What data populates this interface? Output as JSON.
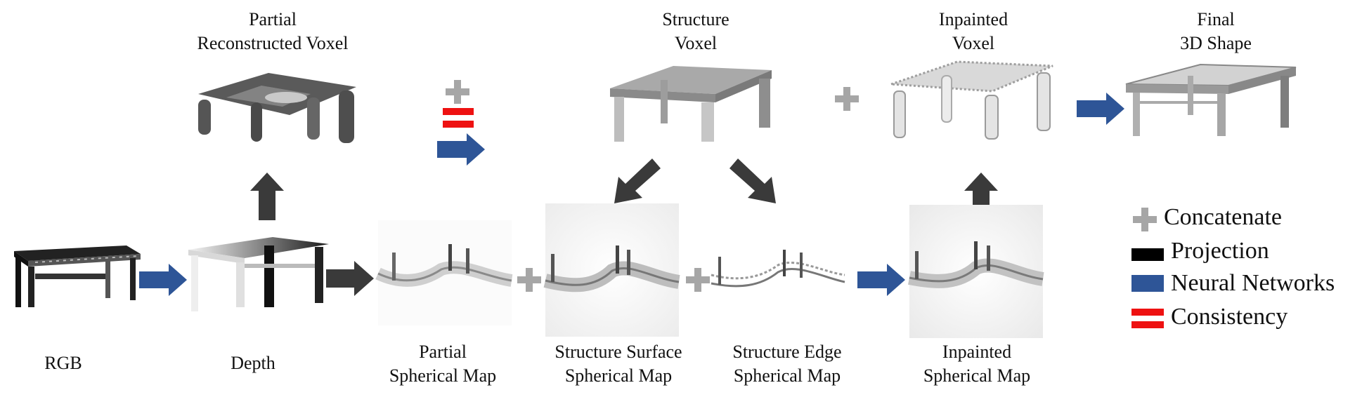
{
  "stages": {
    "rgb": "RGB",
    "depth": "Depth",
    "partial_map": [
      "Partial",
      "Spherical Map"
    ],
    "partial_voxel": [
      "Partial",
      "Reconstructed Voxel"
    ],
    "structure_voxel": [
      "Structure",
      "Voxel"
    ],
    "inpainted_voxel": [
      "Inpainted",
      "Voxel"
    ],
    "final_shape": [
      "Final",
      "3D Shape"
    ],
    "surface_map": [
      "Structure Surface",
      "Spherical Map"
    ],
    "edge_map": [
      "Structure Edge",
      "Spherical Map"
    ],
    "inpainted_map": [
      "Inpainted",
      "Spherical Map"
    ]
  },
  "legend": {
    "concatenate": "Concatenate",
    "projection": "Projection",
    "neural_networks": "Neural Networks",
    "consistency": "Consistency"
  },
  "colors": {
    "neural_networks": "#2e5597",
    "projection": "#3a3a3a",
    "concatenate": "#a6a6a6",
    "consistency": "#ee1111"
  }
}
